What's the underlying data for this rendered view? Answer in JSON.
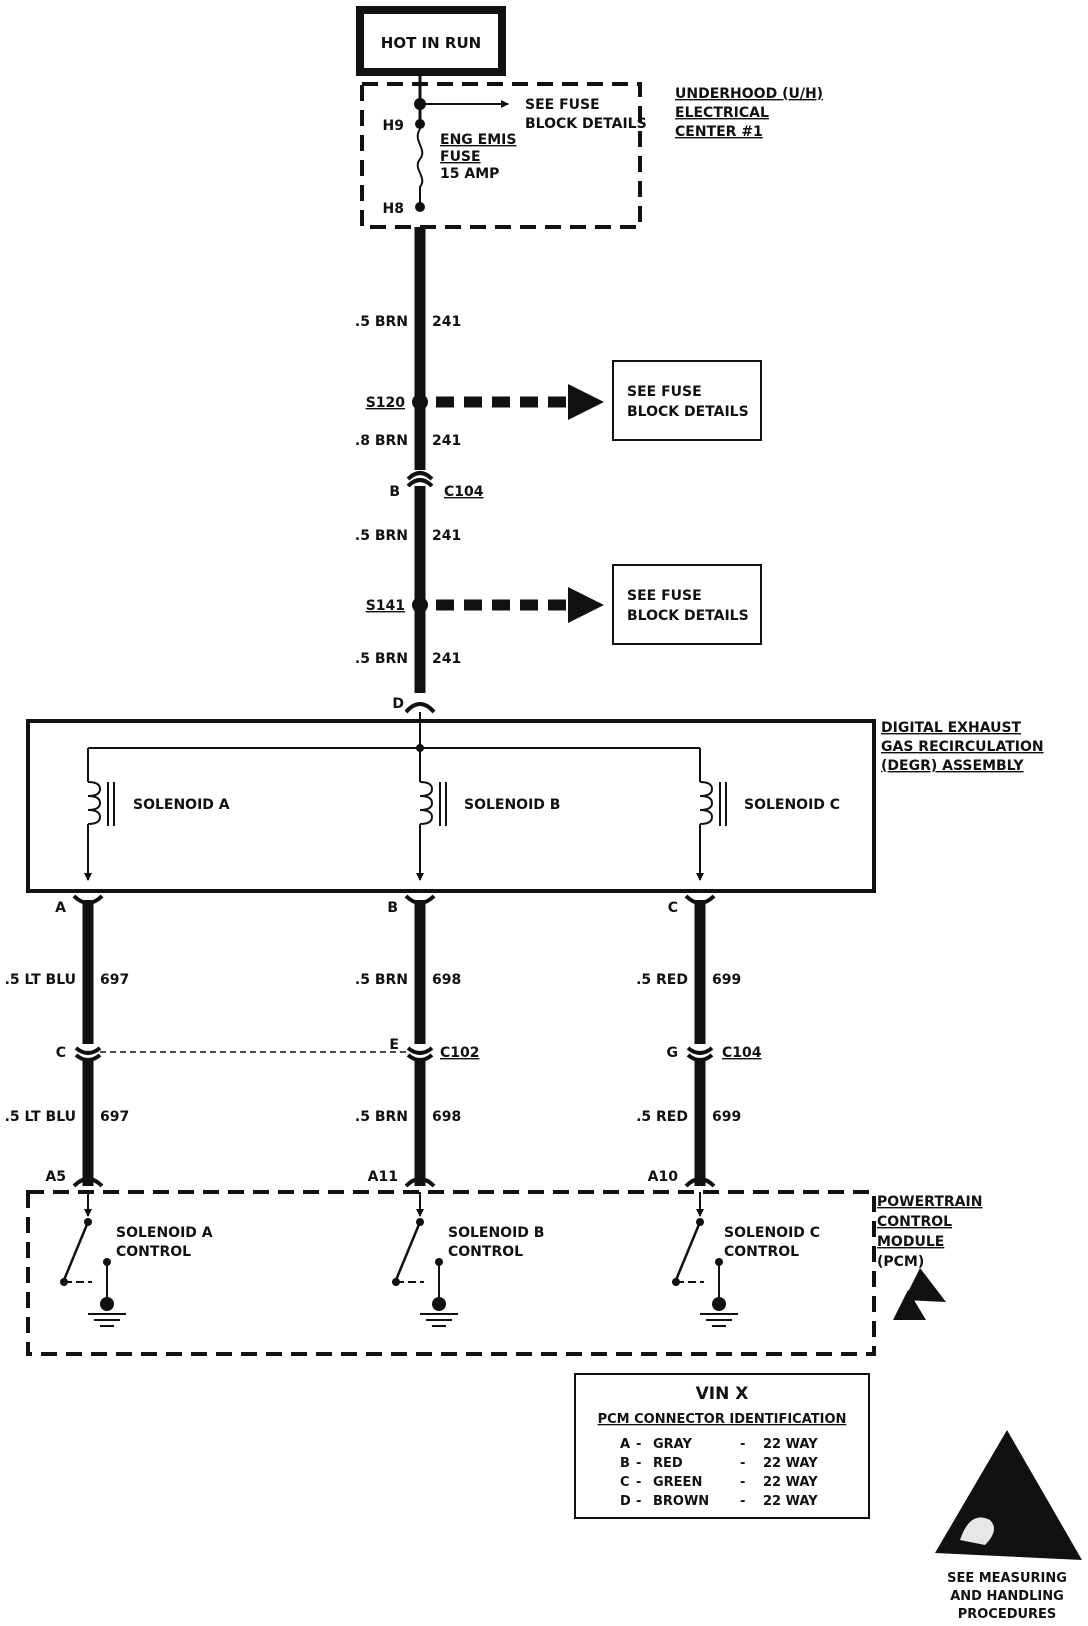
{
  "power": {
    "label": "HOT IN RUN"
  },
  "fuse_block": {
    "title": [
      "UNDERHOOD (U/H)",
      "ELECTRICAL",
      "CENTER #1"
    ],
    "see_details": [
      "SEE FUSE",
      "BLOCK DETAILS"
    ],
    "pin_top": "H9",
    "pin_bottom": "H8",
    "fuse_name": [
      "ENG EMIS",
      "FUSE"
    ],
    "fuse_rating": "15 AMP"
  },
  "main_wire": {
    "segments": [
      {
        "gauge": ".5 BRN",
        "circuit": "241"
      },
      {
        "gauge": ".8 BRN",
        "circuit": "241"
      },
      {
        "gauge": ".5 BRN",
        "circuit": "241"
      },
      {
        "gauge": ".5 BRN",
        "circuit": "241"
      }
    ],
    "splices": [
      {
        "id": "S120",
        "box": [
          "SEE FUSE",
          "BLOCK DETAILS"
        ]
      },
      {
        "id": "S141",
        "box": [
          "SEE FUSE",
          "BLOCK DETAILS"
        ]
      }
    ],
    "connector": {
      "pin": "B",
      "id": "C104"
    },
    "entry_pin": "D"
  },
  "degr": {
    "title": [
      "DIGITAL EXHAUST",
      "GAS RECIRCULATION",
      "(DEGR) ASSEMBLY"
    ],
    "solenoids": [
      "SOLENOID A",
      "SOLENOID B",
      "SOLENOID C"
    ]
  },
  "branches": [
    {
      "top_pin": "A",
      "gauge": ".5 LT BLU",
      "circuit": "697",
      "conn_pin": "C",
      "conn_id": "",
      "pcm_pin": "A5",
      "control": [
        "SOLENOID A",
        "CONTROL"
      ]
    },
    {
      "top_pin": "B",
      "gauge": ".5 BRN",
      "circuit": "698",
      "conn_pin": "E",
      "conn_id": "C102",
      "pcm_pin": "A11",
      "control": [
        "SOLENOID B",
        "CONTROL"
      ]
    },
    {
      "top_pin": "C",
      "gauge": ".5 RED",
      "circuit": "699",
      "conn_pin": "G",
      "conn_id": "C104",
      "pcm_pin": "A10",
      "control": [
        "SOLENOID C",
        "CONTROL"
      ]
    }
  ],
  "pcm": {
    "title": [
      "POWERTRAIN",
      "CONTROL",
      "MODULE",
      "(PCM)"
    ]
  },
  "connector_id": {
    "vin": "VIN X",
    "heading": "PCM CONNECTOR IDENTIFICATION",
    "rows": [
      {
        "letter": "A",
        "color": "GRAY",
        "ways": "22 WAY"
      },
      {
        "letter": "B",
        "color": "RED",
        "ways": "22 WAY"
      },
      {
        "letter": "C",
        "color": "GREEN",
        "ways": "22 WAY"
      },
      {
        "letter": "D",
        "color": "BROWN",
        "ways": "22 WAY"
      }
    ]
  },
  "esd": {
    "note": [
      "SEE MEASURING",
      "AND HANDLING",
      "PROCEDURES"
    ]
  }
}
